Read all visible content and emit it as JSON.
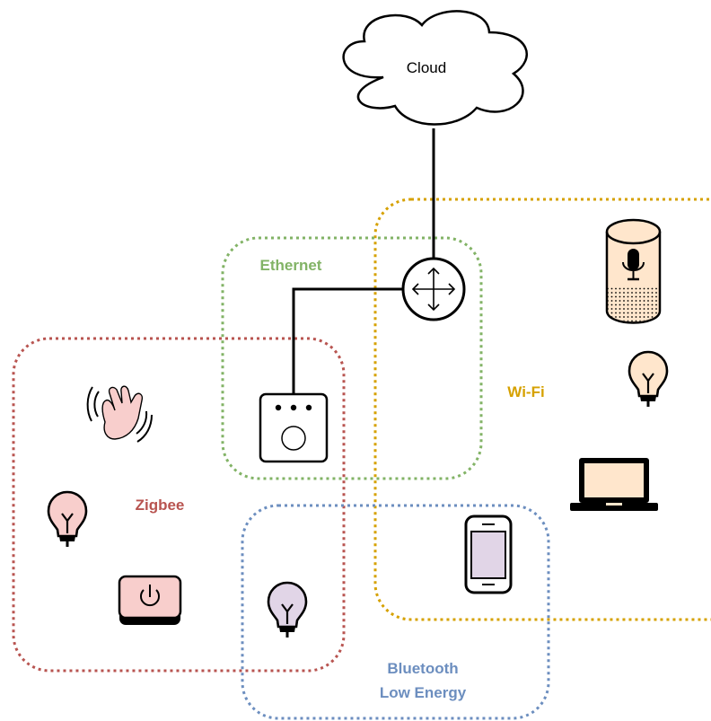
{
  "cloud": {
    "label": "Cloud"
  },
  "zones": {
    "ethernet": {
      "label": "Ethernet",
      "color": "#82b366"
    },
    "zigbee": {
      "label": "Zigbee",
      "color": "#b85450"
    },
    "wifi": {
      "label": "Wi-Fi",
      "color": "#d6a100"
    },
    "ble": {
      "label_line1": "Bluetooth",
      "label_line2": "Low Energy",
      "color": "#6c8ebf"
    }
  },
  "device_colors": {
    "zigbee_fill": "#f8cecc",
    "wifi_fill": "#ffe6cc",
    "ble_fill": "#e1d5e7"
  },
  "devices": [
    {
      "name": "router",
      "icon": "router-icon"
    },
    {
      "name": "hub",
      "icon": "hub-icon"
    },
    {
      "name": "motion-sensor",
      "icon": "wave-hand-icon"
    },
    {
      "name": "zigbee-bulb",
      "icon": "lightbulb-icon"
    },
    {
      "name": "zigbee-switch",
      "icon": "power-button-icon"
    },
    {
      "name": "ble-bulb",
      "icon": "lightbulb-icon"
    },
    {
      "name": "phone",
      "icon": "smartphone-icon"
    },
    {
      "name": "wifi-bulb",
      "icon": "lightbulb-icon"
    },
    {
      "name": "laptop",
      "icon": "laptop-icon"
    },
    {
      "name": "smart-speaker",
      "icon": "smart-speaker-icon"
    }
  ]
}
